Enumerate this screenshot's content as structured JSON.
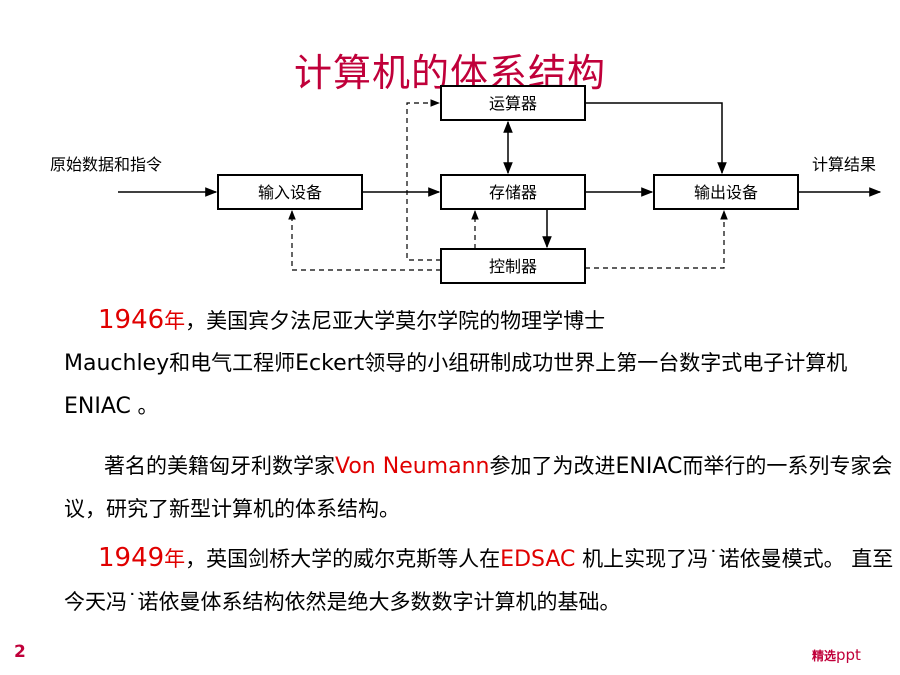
{
  "title": "计算机的体系结构",
  "diagram": {
    "input_label": "原始数据和指令",
    "output_label": "计算结果",
    "boxes": {
      "input": "输入设备",
      "alu": "运算器",
      "memory": "存储器",
      "output": "输出设备",
      "control": "控制器"
    }
  },
  "paragraphs": {
    "p1": {
      "year": "1946",
      "year_suffix": "年",
      "text1": "，美国宾夕法尼亚大学莫尔学院的物理学博士",
      "name1": "Mauchley",
      "text2": "和电气工程师",
      "name2": "Eckert",
      "text3": "领导的小组研制成功世界上第一台数字式电子计算机",
      "name3": "ENIAC",
      "text4": " 。"
    },
    "p2": {
      "text1": "著名的美籍匈牙利数学家",
      "name1": "Von Neumann",
      "text2": "参加了为改进",
      "name2": "ENIAC",
      "text3": "而举行的一系列专家会议，研究了新型计算机的体系结构。"
    },
    "p3": {
      "year": "1949",
      "year_suffix": "年",
      "text1": "，英国剑桥大学的威尔克斯等人在",
      "name1": "EDSAC",
      "text2": " 机上实现了冯˙诺依曼模式。  直至今天冯˙诺依曼体系结构依然是绝大多数数字计算机的基础。"
    }
  },
  "page_number": "2",
  "footer": {
    "bold": "精选",
    "text": "ppt"
  }
}
